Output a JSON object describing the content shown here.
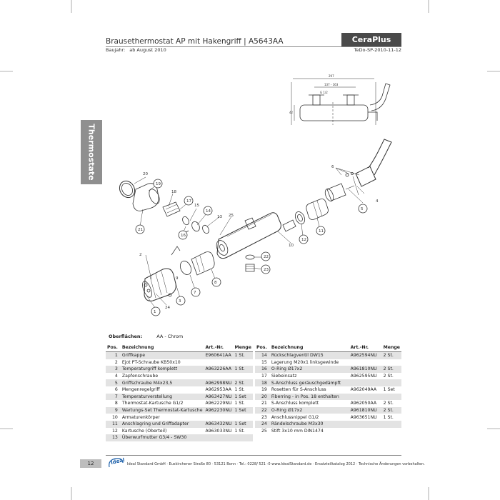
{
  "header": {
    "title": "Brausethermostat AP mit Hakengriff | A5643AA",
    "brand": "CeraPlus",
    "year_label": "Baujahr:",
    "year_value": "ab August 2010",
    "doc_ref": "TeDo-SP-2010-11-12"
  },
  "side_tab": "Thermostate",
  "dimensions": {
    "overall": "297",
    "spacing": "137 - 163",
    "thread": "G 1/2",
    "height": "42"
  },
  "callouts": [
    "1",
    "2",
    "3",
    "4",
    "5",
    "6",
    "7",
    "8",
    "9",
    "10",
    "11",
    "12",
    "13",
    "14",
    "15",
    "16",
    "17",
    "18",
    "19",
    "20",
    "21",
    "22",
    "23",
    "24",
    "25"
  ],
  "surfaces": {
    "label": "Oberflächen:",
    "value": "AA - Chrom"
  },
  "columns": {
    "pos": "Pos.",
    "name": "Bezeichnung",
    "art": "Art.-Nr.",
    "qty": "Menge"
  },
  "parts_left": [
    {
      "pos": "1",
      "name": "Griffkappe",
      "art": "E960641AA",
      "qty": "1 St."
    },
    {
      "pos": "2",
      "name": "Ejot PT-Schraube KB50x10",
      "art": "",
      "qty": ""
    },
    {
      "pos": "3",
      "name": "Temperaturgriff komplett",
      "art": "A963226AA",
      "qty": "1 St."
    },
    {
      "pos": "4",
      "name": "Zapfenschraube",
      "art": "",
      "qty": ""
    },
    {
      "pos": "5",
      "name": "Griffschraube M4x23,5",
      "art": "A962998NU",
      "qty": "2 St."
    },
    {
      "pos": "6",
      "name": "Mengenregelgriff",
      "art": "A962953AA",
      "qty": "1 St."
    },
    {
      "pos": "7",
      "name": "Temperaturverstellung",
      "art": "A963427NU",
      "qty": "1 Set"
    },
    {
      "pos": "8",
      "name": "Thermostat-Kartusche G1/2",
      "art": "A962229NU",
      "qty": "1 St."
    },
    {
      "pos": "9",
      "name": "Wartungs-Set Thermostat-Kartusche",
      "art": "A962230NU",
      "qty": "1 Set"
    },
    {
      "pos": "10",
      "name": "Armaturenkörper",
      "art": "",
      "qty": ""
    },
    {
      "pos": "11",
      "name": "Anschlagring und Griffadapter",
      "art": "A963432NU",
      "qty": "1 Set"
    },
    {
      "pos": "12",
      "name": "Kartusche (Oberteil)",
      "art": "A963033NU",
      "qty": "1 St."
    },
    {
      "pos": "13",
      "name": "Überwurfmutter G3/4 - SW30",
      "art": "",
      "qty": ""
    }
  ],
  "parts_right": [
    {
      "pos": "14",
      "name": "Rückschlagventil DW15",
      "art": "A962594NU",
      "qty": "2 St."
    },
    {
      "pos": "15",
      "name": "Lagerung M20x1 linksgewinde",
      "art": "",
      "qty": ""
    },
    {
      "pos": "16",
      "name": "O-Ring Ø17x2",
      "art": "A961810NU",
      "qty": "2 St."
    },
    {
      "pos": "17",
      "name": "Siebeinsatz",
      "art": "A962595NU",
      "qty": "2 St."
    },
    {
      "pos": "18",
      "name": "S-Anschluss geräuschgedämpft",
      "art": "",
      "qty": ""
    },
    {
      "pos": "19",
      "name": "Rosetten für S-Anschluss",
      "art": "A962049AA",
      "qty": "1 Set"
    },
    {
      "pos": "20",
      "name": "Fiberring - in Pos. 18 enthalten",
      "art": "",
      "qty": ""
    },
    {
      "pos": "21",
      "name": "S-Anschluss komplett",
      "art": "A962050AA",
      "qty": "2 St."
    },
    {
      "pos": "22",
      "name": "O-Ring Ø17x2",
      "art": "A961810NU",
      "qty": "2 St."
    },
    {
      "pos": "23",
      "name": "Anschlussnippel G1/2",
      "art": "A963651NU",
      "qty": "1 St."
    },
    {
      "pos": "24",
      "name": "Rändelschraube M3x30",
      "art": "",
      "qty": ""
    },
    {
      "pos": "25",
      "name": "Stift 3x10 mm DIN1474",
      "art": "",
      "qty": ""
    }
  ],
  "footer": {
    "page": "12",
    "logo": "Ideal",
    "text": "Ideal Standard GmbH · Euskirchener Straße 80 · 53121 Bonn · Tel.: 0228/ 521 -0 www.IdealStandard.de · Ersatzteilkatalog 2012 · Technische Änderungen vorbehalten."
  }
}
